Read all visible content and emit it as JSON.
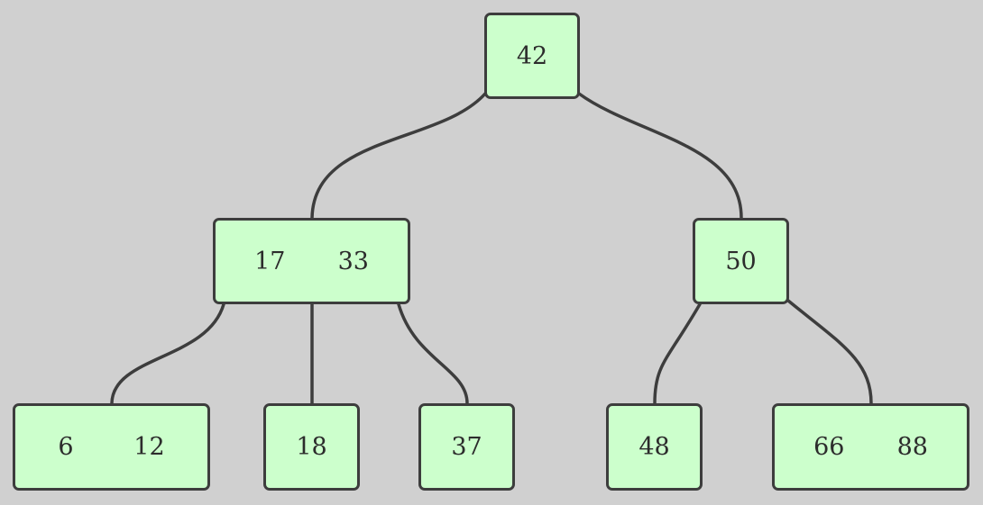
{
  "diagram": {
    "background_color": "#d0d0d0",
    "node_fill_color": "#ccffcc",
    "stroke_color": "#3d3d3d",
    "nodes": [
      {
        "id": "n42",
        "keys": [
          "42"
        ],
        "parent": null
      },
      {
        "id": "n17-33",
        "keys": [
          "17",
          "33"
        ],
        "parent": "n42"
      },
      {
        "id": "n50",
        "keys": [
          "50"
        ],
        "parent": "n42"
      },
      {
        "id": "n6-12",
        "keys": [
          "6",
          "12"
        ],
        "parent": "n17-33"
      },
      {
        "id": "n18",
        "keys": [
          "18"
        ],
        "parent": "n17-33"
      },
      {
        "id": "n37",
        "keys": [
          "37"
        ],
        "parent": "n17-33"
      },
      {
        "id": "n48",
        "keys": [
          "48"
        ],
        "parent": "n50"
      },
      {
        "id": "n66-88",
        "keys": [
          "66",
          "88"
        ],
        "parent": "n50"
      }
    ]
  }
}
